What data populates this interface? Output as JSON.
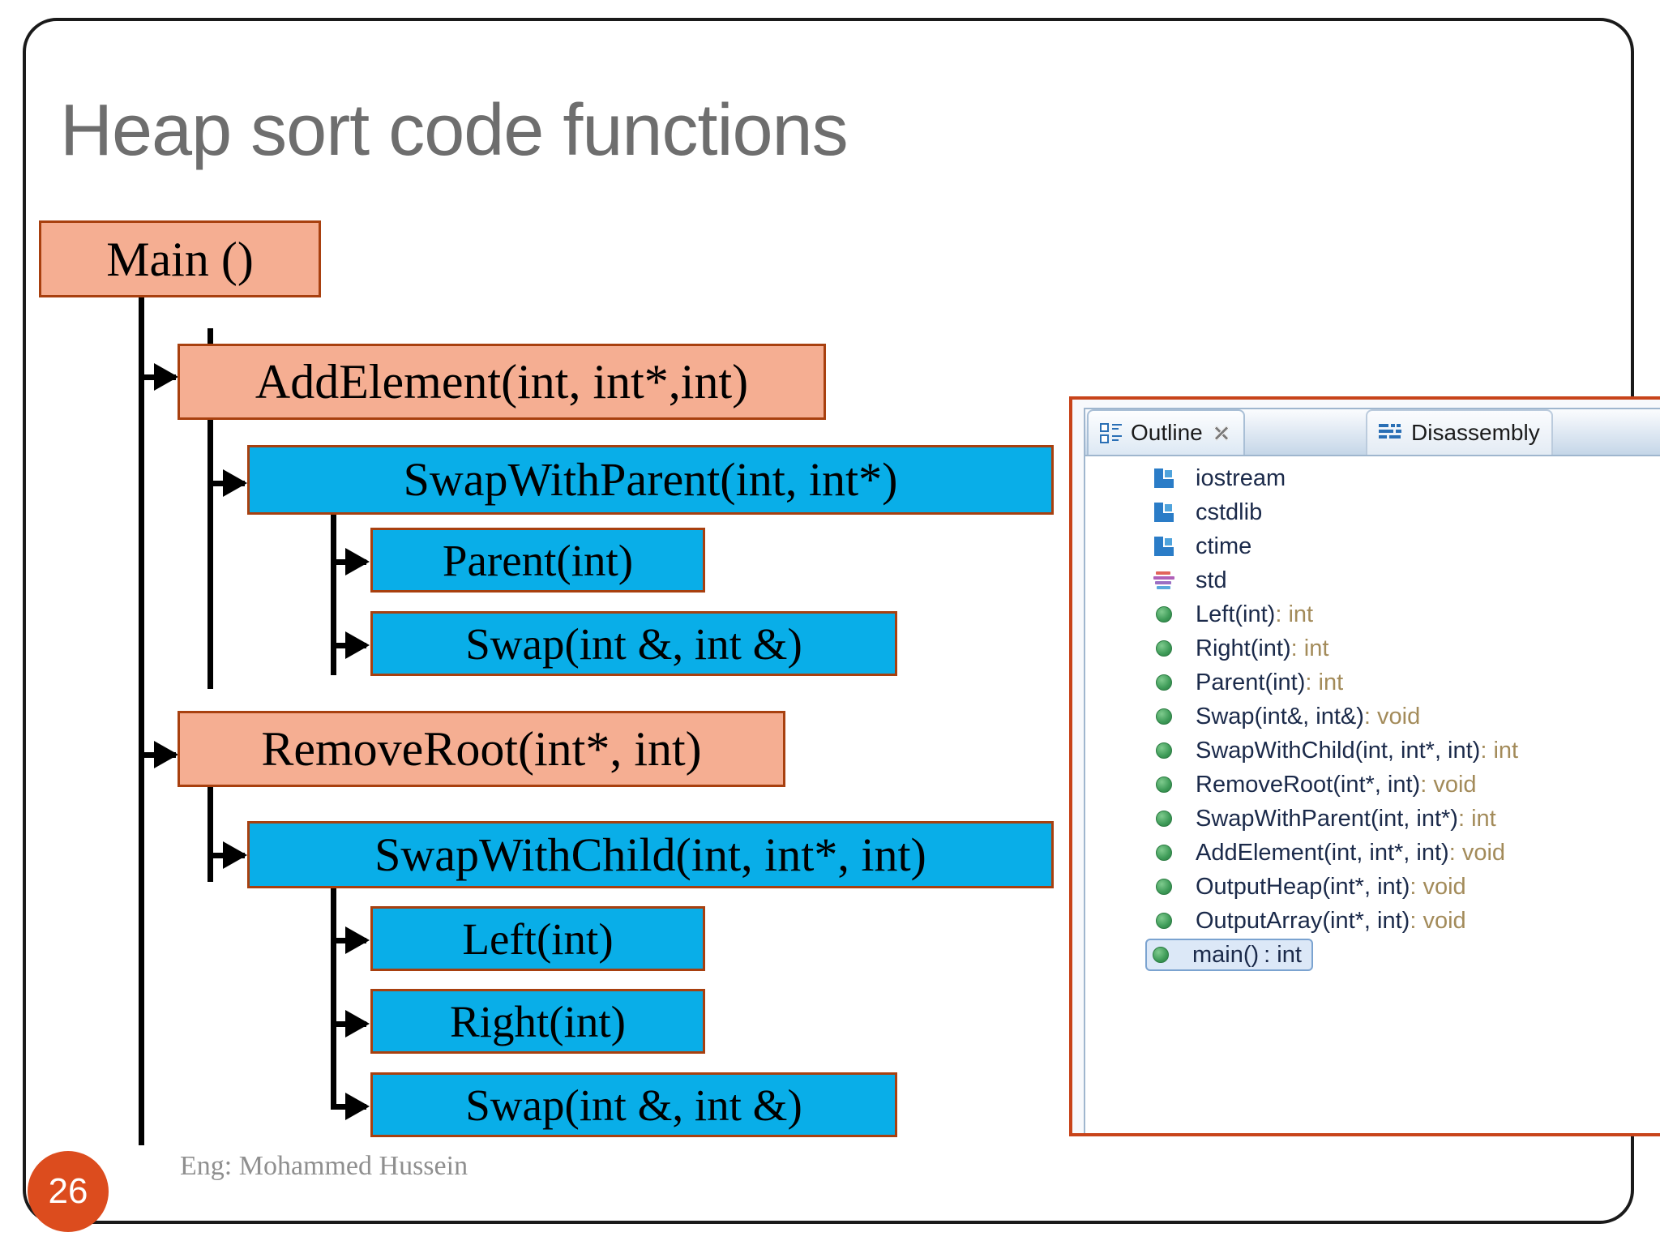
{
  "slide": {
    "title": "Heap sort code functions",
    "number": "26",
    "author": "Eng: Mohammed Hussein",
    "accent_orange": "#DC4C1E",
    "box_salmon": "#F5AE92",
    "box_blue": "#09AEE8",
    "box_border": "#A8400F",
    "title_color": "#6E6E6E"
  },
  "diagram": {
    "type": "call-tree",
    "nodes": [
      {
        "id": "main",
        "label": "Main ()",
        "color": "salmon",
        "depth": 0
      },
      {
        "id": "addelement",
        "label": "AddElement(int, int*,int)",
        "color": "salmon",
        "depth": 1
      },
      {
        "id": "swapwithparent",
        "label": "SwapWithParent(int, int*)",
        "color": "blue",
        "depth": 2
      },
      {
        "id": "parent",
        "label": "Parent(int)",
        "color": "blue",
        "depth": 3
      },
      {
        "id": "swap1",
        "label": "Swap(int &, int &)",
        "color": "blue",
        "depth": 3
      },
      {
        "id": "removeroot",
        "label": "RemoveRoot(int*, int)",
        "color": "salmon",
        "depth": 1
      },
      {
        "id": "swapwithchild",
        "label": "SwapWithChild(int, int*, int)",
        "color": "blue",
        "depth": 2
      },
      {
        "id": "left",
        "label": "Left(int)",
        "color": "blue",
        "depth": 3
      },
      {
        "id": "right",
        "label": "Right(int)",
        "color": "blue",
        "depth": 3
      },
      {
        "id": "swap2",
        "label": "Swap(int &, int &)",
        "color": "blue",
        "depth": 3
      }
    ]
  },
  "outline_panel": {
    "tabs": [
      {
        "label": "Outline",
        "icon": "outline-view-icon",
        "active": true,
        "closable": true
      },
      {
        "label": "Disassembly",
        "icon": "disassembly-view-icon",
        "active": false,
        "closable": false
      }
    ],
    "items": [
      {
        "label": "iostream",
        "rettype": "",
        "icon": "include-icon",
        "selected": false
      },
      {
        "label": "cstdlib",
        "rettype": "",
        "icon": "include-icon",
        "selected": false
      },
      {
        "label": "ctime",
        "rettype": "",
        "icon": "include-icon",
        "selected": false
      },
      {
        "label": "std",
        "rettype": "",
        "icon": "namespace-icon",
        "selected": false
      },
      {
        "label": "Left(int)",
        "rettype": ": int",
        "icon": "function-icon",
        "selected": false
      },
      {
        "label": "Right(int)",
        "rettype": ": int",
        "icon": "function-icon",
        "selected": false
      },
      {
        "label": "Parent(int)",
        "rettype": ": int",
        "icon": "function-icon",
        "selected": false
      },
      {
        "label": "Swap(int&, int&)",
        "rettype": ": void",
        "icon": "function-icon",
        "selected": false
      },
      {
        "label": "SwapWithChild(int, int*, int)",
        "rettype": ": int",
        "icon": "function-icon",
        "selected": false
      },
      {
        "label": "RemoveRoot(int*, int)",
        "rettype": ": void",
        "icon": "function-icon",
        "selected": false
      },
      {
        "label": "SwapWithParent(int, int*)",
        "rettype": ": int",
        "icon": "function-icon",
        "selected": false
      },
      {
        "label": "AddElement(int, int*, int)",
        "rettype": ": void",
        "icon": "function-icon",
        "selected": false
      },
      {
        "label": "OutputHeap(int*, int)",
        "rettype": ": void",
        "icon": "function-icon",
        "selected": false
      },
      {
        "label": "OutputArray(int*, int)",
        "rettype": ": void",
        "icon": "function-icon",
        "selected": false
      },
      {
        "label": "main()",
        "rettype": ": int",
        "icon": "function-icon",
        "selected": true
      }
    ]
  }
}
